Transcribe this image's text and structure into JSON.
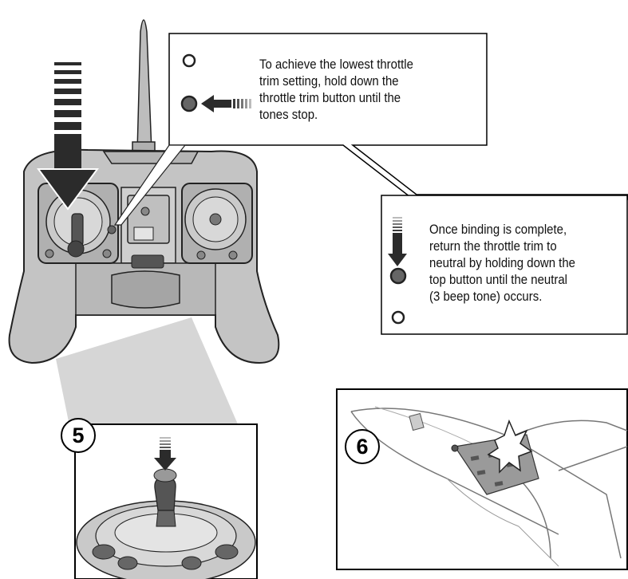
{
  "callout_top": {
    "lines": [
      "To achieve the lowest throttle",
      "trim setting, hold down the",
      "throttle trim button until the",
      "tones stop."
    ]
  },
  "callout_right": {
    "lines": [
      "Once binding is complete,",
      "return the throttle trim to",
      "neutral by holding down the",
      "top button until the neutral",
      "(3 beep tone) occurs."
    ]
  },
  "steps": {
    "step5": "5",
    "step6": "6"
  },
  "colors": {
    "controller_body": "#c4c4c4",
    "controller_shadow": "#9a9a9a",
    "arrow": "#2b2b2b",
    "beam": "#cfcfcf",
    "outline": "#222222"
  },
  "icons": {
    "down_arrow": "down-arrow-icon",
    "left_arrow": "left-arrow-icon",
    "trim_button_filled": "trim-button-filled-icon",
    "trim_button_empty": "trim-button-empty-icon",
    "spark": "spark-icon"
  }
}
